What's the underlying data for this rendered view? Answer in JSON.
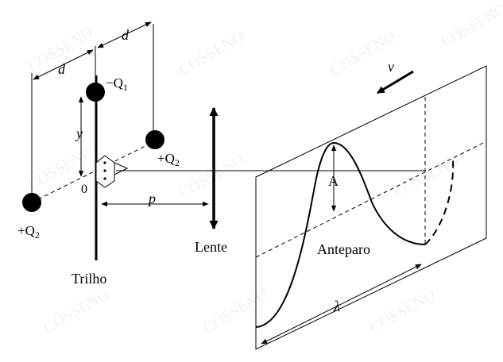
{
  "labels": {
    "d_left": "d",
    "d_top": "d",
    "minus_q1_sign": "−Q",
    "minus_q1_sub": "1",
    "plus_q2_right_sign": "+Q",
    "plus_q2_right_sub": "2",
    "plus_q2_left_sign": "+Q",
    "plus_q2_left_sub": "2",
    "y": "y",
    "zero": "0",
    "p": "p",
    "lente": "Lente",
    "trilho": "Trilho",
    "v": "v",
    "A": "A",
    "anteparo": "Anteparo",
    "lambda": "λ"
  },
  "watermark": "COSSENO",
  "colors": {
    "ink": "#000000",
    "background": "#ffffff",
    "watermark": "#d9d9d9"
  }
}
